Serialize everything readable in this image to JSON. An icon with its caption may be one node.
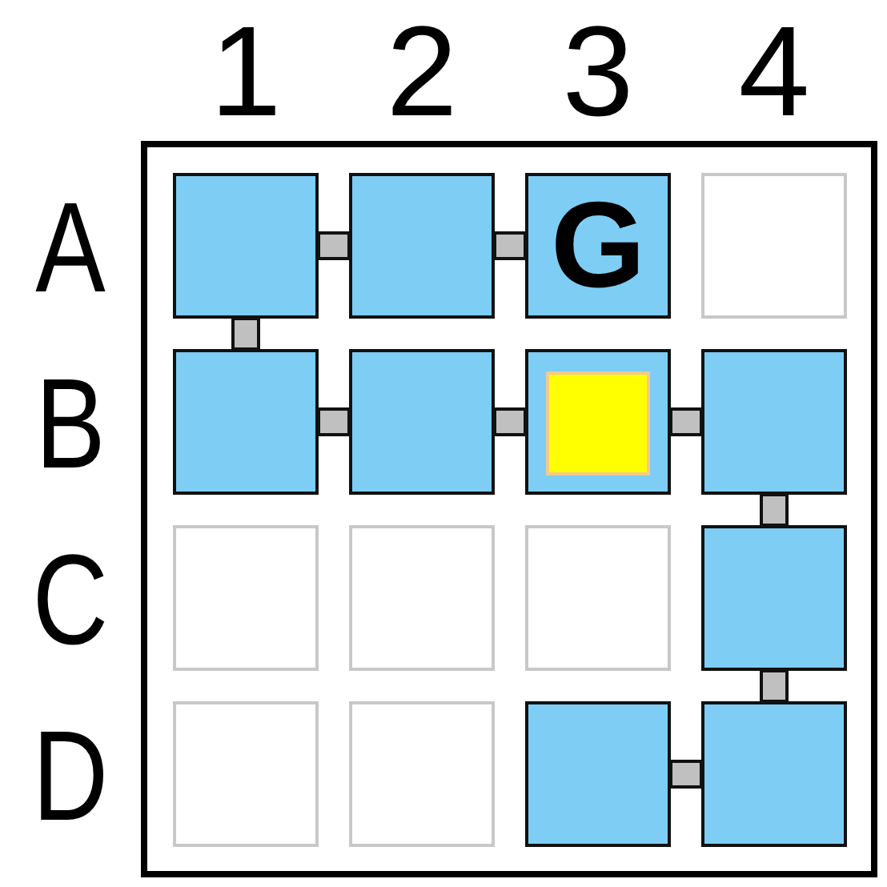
{
  "diagram": {
    "nodes": [
      {
        "text": [],
        "shape": "box"
      },
      {
        "text": [],
        "shape": "box"
      },
      {
        "text": [
          "G"
        ]
      },
      {
        "text": [],
        "shape": "box"
      },
      {
        "text": [],
        "shape": "box"
      },
      {
        "text": [],
        "shape": "box"
      },
      {
        "text": [],
        "shape": "box"
      },
      {
        "text": [],
        "shape": "box",
        "in": 6
      },
      {
        "text": [],
        "shape": "box"
      },
      {
        "text": [],
        "shape": "box"
      },
      {
        "text": [],
        "shape": "box"
      },
      {
        "text": [],
        "shape": "box"
      },
      {
        "text": [],
        "shape": "box"
      },
      {
        "text": [],
        "shape": "box"
      },
      {
        "text": [],
        "shape": "box"
      },
      {
        "text": [],
        "shape": "box"
      },
      {
        "text": [],
        "shape": "box"
      }
    ],
    "edges": [
      {
        "from": 0,
        "to": 1,
        "arrow": "none"
      },
      {
        "from": 1,
        "to": 2,
        "arrow": "none"
      },
      {
        "from": 0,
        "to": 4,
        "arrow": "none"
      },
      {
        "from": 4,
        "to": 5,
        "arrow": "none"
      },
      {
        "from": 5,
        "to": 6,
        "arrow": "none"
      },
      {
        "from": 6,
        "to": 8,
        "arrow": "none"
      },
      {
        "from": 8,
        "to": 12,
        "arrow": "none"
      },
      {
        "from": 12,
        "to": 16,
        "arrow": "none"
      },
      {
        "from": 15,
        "to": 16,
        "arrow": "none"
      }
    ],
    "labels": [
      "1",
      "2",
      "3",
      "4",
      "A",
      "B",
      "C",
      "D"
    ]
  }
}
